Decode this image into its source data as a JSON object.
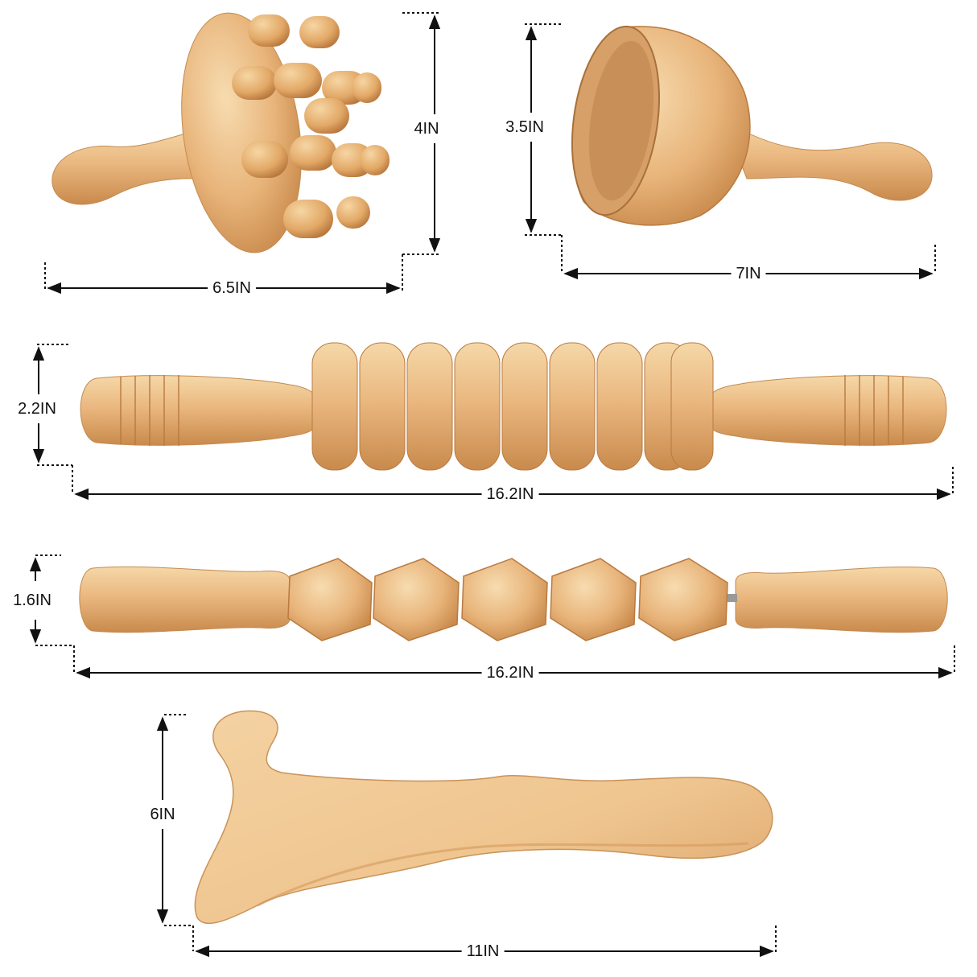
{
  "dimensions": {
    "mushroom_cup_width": "6.5IN",
    "mushroom_cup_height": "4IN",
    "wooden_cup_height": "3.5IN",
    "wooden_cup_width": "7IN",
    "roller_stick_height": "2.2IN",
    "roller_stick_length": "16.2IN",
    "cube_roller_height": "1.6IN",
    "cube_roller_length": "16.2IN",
    "lymphatic_paddle_height": "6IN",
    "lymphatic_paddle_length": "11IN"
  },
  "colors": {
    "wood_light": "#f3cf9a",
    "wood_mid": "#e7b274",
    "wood_dark": "#c98a4c",
    "wood_edge": "#b97a40",
    "line": "#111111"
  }
}
